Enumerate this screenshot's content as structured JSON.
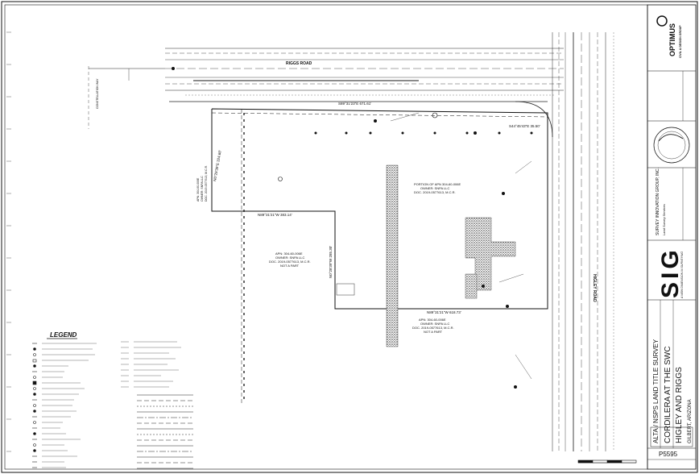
{
  "plan": {
    "road_label": "RIGGS ROAD",
    "road_label_2": "HIGLEY ROAD",
    "cross_street": "CONSTELLATION WAY",
    "bearings": [
      "S89°31'23\"E 671.61'",
      "N0°28'39\"E 324.68'",
      "N89°31'21\"W 383.14'",
      "N0°28'39\"W 285.30'",
      "N89°31'21\"W 618.73'",
      "S44°45'43\"E 35.50'"
    ],
    "parcels": [
      {
        "apn": "APN: 304-60-006E",
        "owner": "OWNER: SNPA LLC",
        "doc": "DOC. 2019-0577613, M.C.R.",
        "note": "NOT A PART"
      },
      {
        "apn": "APN: 304-60-006E",
        "owner": "OWNER: SNPA LLC",
        "doc": "DOC. 2019-0577613, M.C.R.",
        "note": "NOT A PART"
      },
      {
        "apn": "PORTION OF APN 304-60-006E",
        "owner": "OWNER: SNPA LLC",
        "doc": "DOC. 2019-0577613, M.C.R.",
        "note": ""
      }
    ],
    "small_parcel": {
      "apn": "APN: 304-60-006E",
      "doc": "DOC. 2019-0577613, M.C.R."
    }
  },
  "legend": {
    "title": "LEGEND"
  },
  "title_block": {
    "company": "OPTIMUS",
    "company_sub": "CIVIL & DESIGN GROUP",
    "surveyor_name": "SURVEY INNOVATION GROUP, INC.",
    "surveyor_sub": "Land Survey Services",
    "logo": "SIG",
    "tagline": "A NEW DIMENSION IN SURVEYING",
    "survey_type": "ALTA / NSPS LAND TITLE SURVEY",
    "project_name": "CORDILERA AT THE SWC",
    "project_sub": "HIGLEY AND RIGGS",
    "location": "GILBERT, ARIZONA",
    "job_number": "P5595"
  },
  "colors": {
    "line": "#111111",
    "hatch": "#333333",
    "paper": "#ffffff"
  }
}
